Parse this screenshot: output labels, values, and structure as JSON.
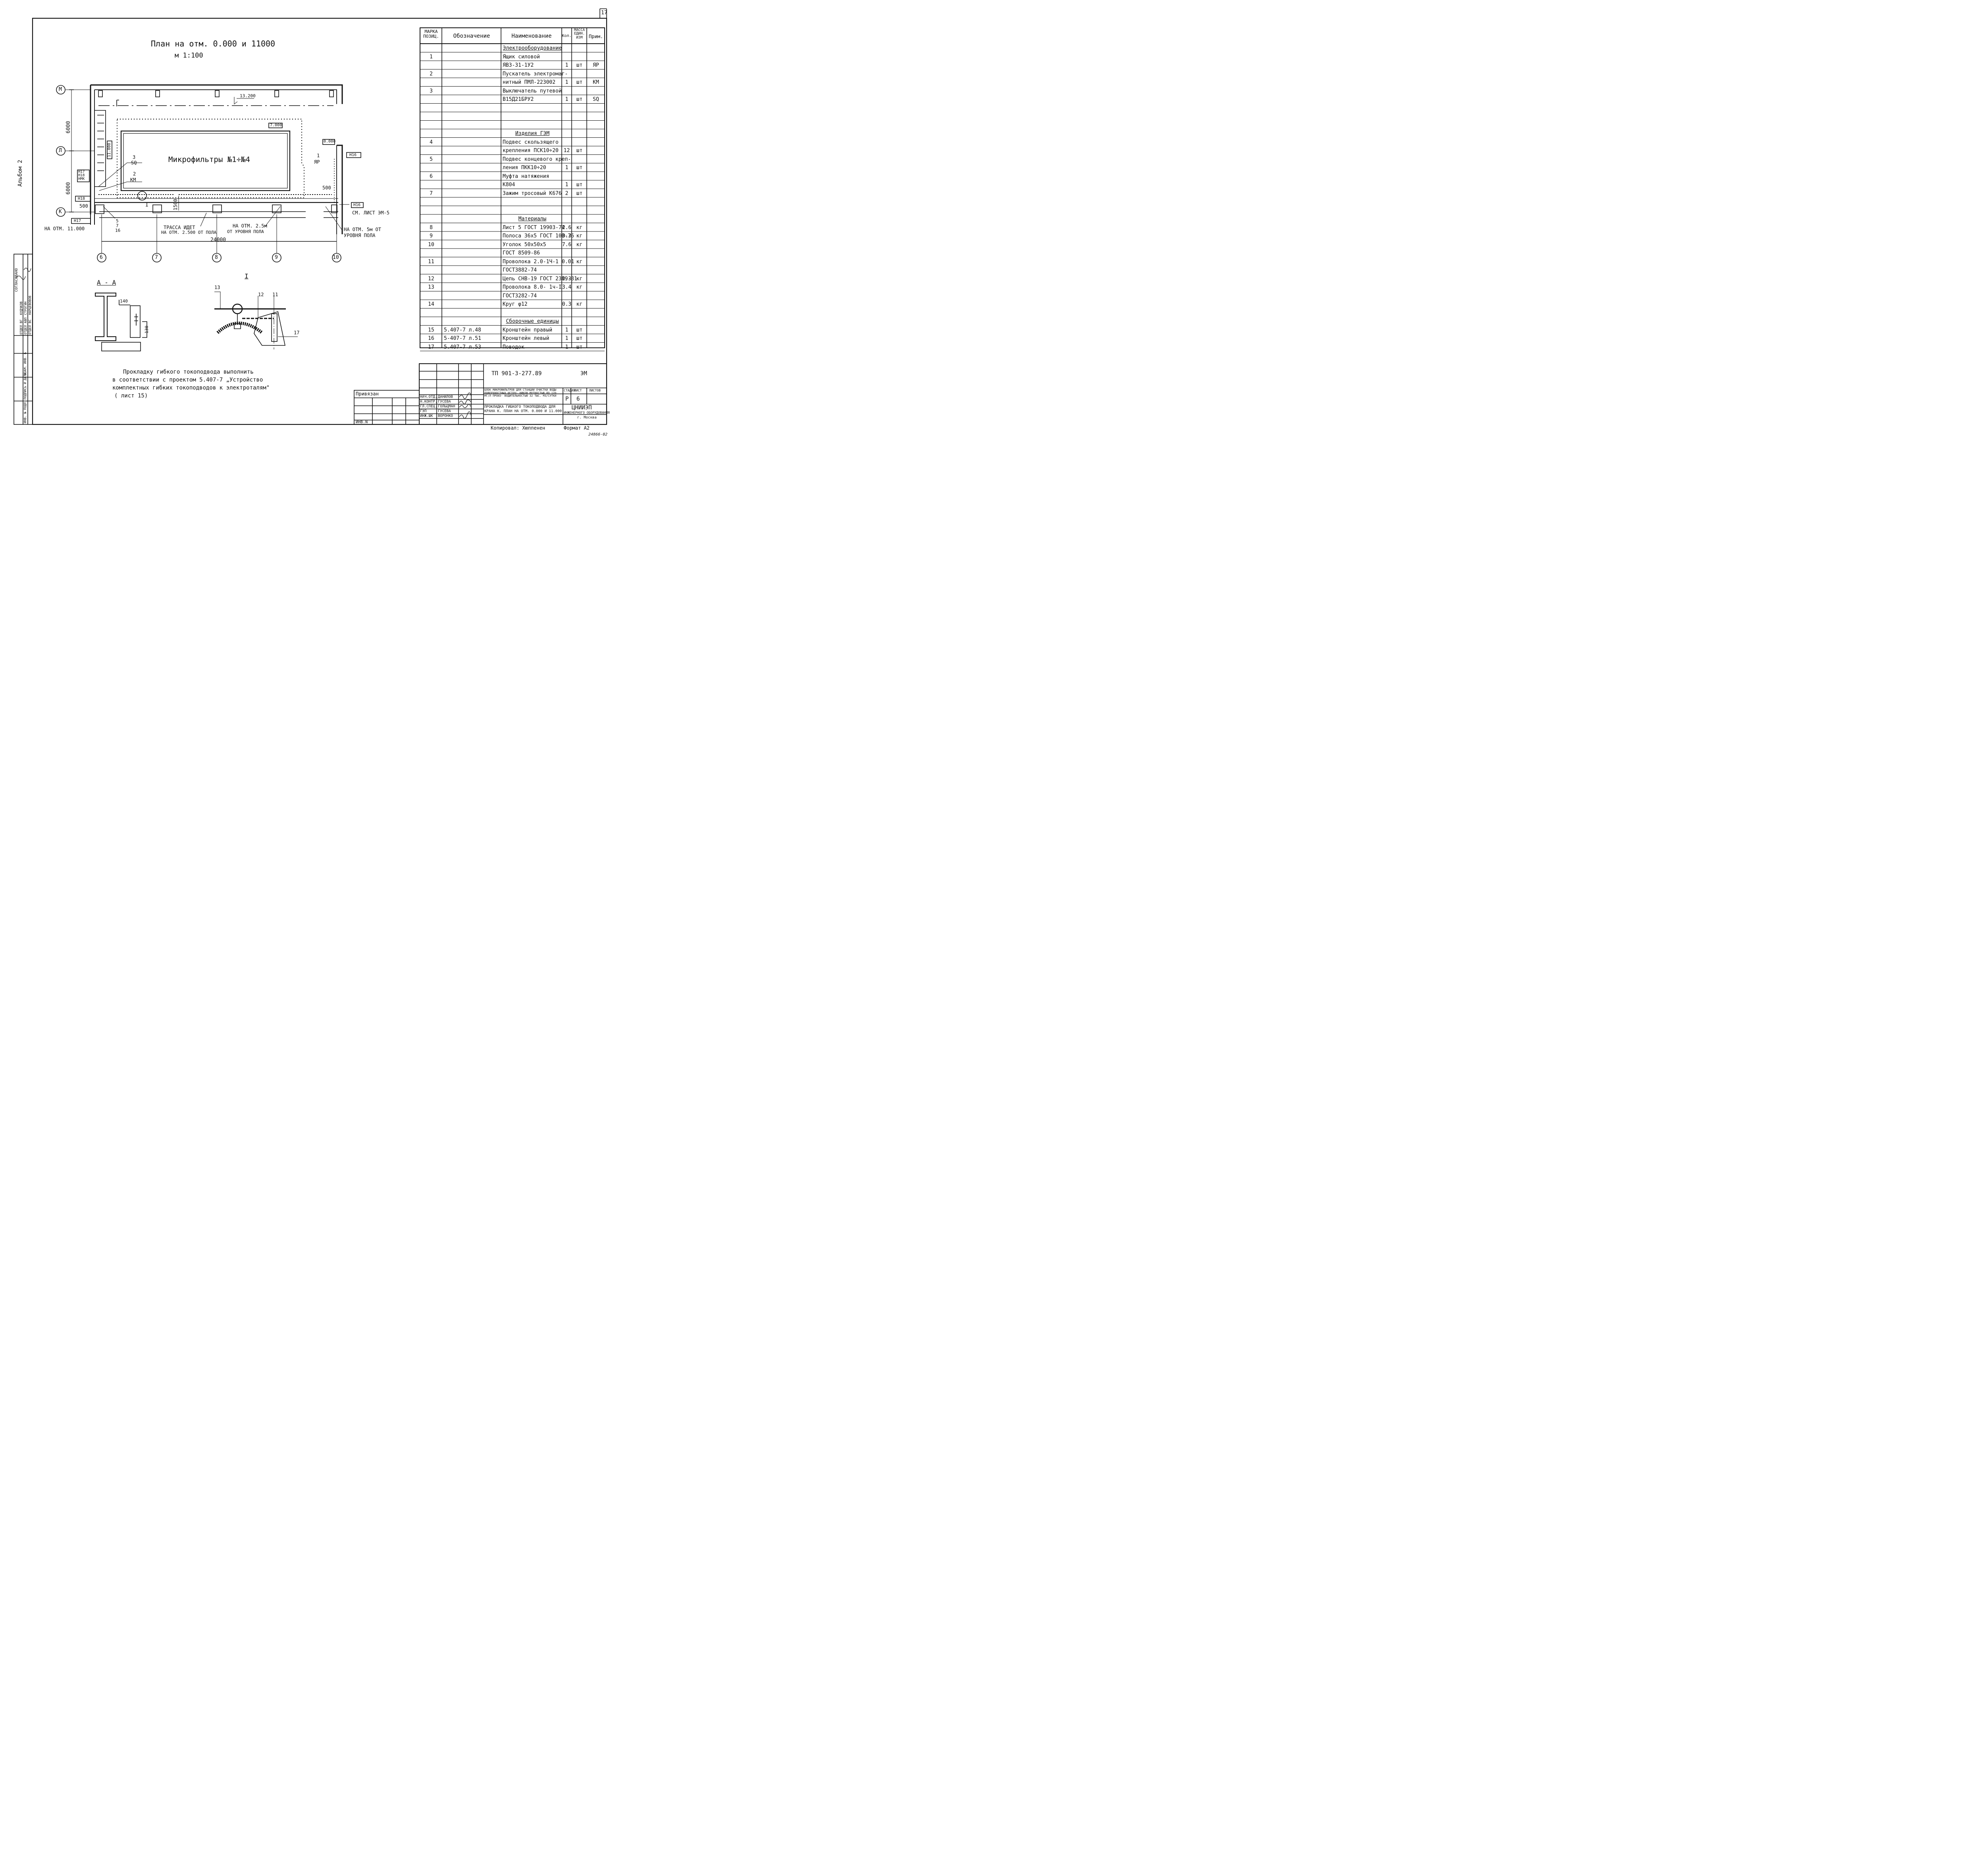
{
  "sheet_number": "17",
  "album_label": "Альбом 2",
  "plan": {
    "title": "План на отм. 0.000 и 11000",
    "scale": "м 1:100",
    "hall_label": "Микрофильтры №1÷№4",
    "marks": {
      "level_13200": "13.200",
      "level_7000": "7.000",
      "level_0000": "0.000",
      "level_11000_box": "11.000",
      "dim_6000_top": "6000",
      "dim_6000_bottom": "6000",
      "dim_500_left": "500",
      "dim_500_right": "500",
      "dim_1500": "1500",
      "dim_24000": "24000",
      "dim_140": "140",
      "dim_130": "130"
    },
    "axes_rows": [
      "М",
      "Л",
      "К"
    ],
    "axes_cols": [
      "6",
      "7",
      "8",
      "9",
      "10"
    ],
    "callouts": {
      "c3_num": "3",
      "c3_code": "SQ",
      "c2_num": "2",
      "c2_code": "КМ",
      "c1_num": "1",
      "c1_code": "ЯР",
      "h17": "Н17",
      "h18": "Н18",
      "hmk": "НМК",
      "h18b": "Н18",
      "h17b": "Н17",
      "h16a": "Н16",
      "h16b": "Н16",
      "c5": "5",
      "c7": "7",
      "c16": "16",
      "detail_ref": "I"
    },
    "notes": {
      "at_11000": "НА ОТМ. 11.000",
      "trassa_line1": "ТРАССА ИДЕТ",
      "trassa_line2": "НА ОТМ. 2.500 ОТ ПОЛА",
      "at_25_line1": "НА ОТМ. 2.5м",
      "at_25_line2": "ОТ УРОВНЯ ПОЛА",
      "at_5_line1": "НА ОТМ. 5м ОТ",
      "at_5_line2": "УРОВНЯ ПОЛА",
      "see_sheet": "СМ. ЛИСТ ЭМ-5"
    }
  },
  "section_aa": {
    "title": "А - А"
  },
  "detail_i": {
    "title": "I",
    "labels": [
      "13",
      "12",
      "11",
      "17"
    ]
  },
  "note_text": {
    "line1": "Прокладку гибкого токоподвода выполнить",
    "line2": "в соответствии с проектом 5.407-7 „Устройство",
    "line3": "комплектных гибких токоподводов к электроталям\"",
    "line4": "( лист 15)"
  },
  "spec_table": {
    "headers": {
      "pos": "МАРКА ПОЗИЦ.",
      "designation": "Обозначение",
      "name": "Наименование",
      "qty": "Кол.",
      "mass": "МАССА ЕДИН. ИЗМ",
      "note": "Прим."
    },
    "rows": [
      {
        "pos": "",
        "des": "",
        "name": "Электрооборудование",
        "qty": "",
        "unit": "",
        "note": "",
        "u": true
      },
      {
        "pos": "1",
        "des": "",
        "name": "Ящик силовой",
        "qty": "",
        "unit": "",
        "note": ""
      },
      {
        "pos": "",
        "des": "",
        "name": "ЯВЗ-31-1У2",
        "qty": "1",
        "unit": "шт",
        "note": "ЯР"
      },
      {
        "pos": "2",
        "des": "",
        "name": "Пускатель электромаг-",
        "qty": "",
        "unit": "",
        "note": ""
      },
      {
        "pos": "",
        "des": "",
        "name": "нитный ПМЛ-223002",
        "qty": "1",
        "unit": "шт",
        "note": "КМ"
      },
      {
        "pos": "3",
        "des": "",
        "name": "Выключатель путевой",
        "qty": "",
        "unit": "",
        "note": ""
      },
      {
        "pos": "",
        "des": "",
        "name": "В15Д21БРУ2",
        "qty": "1",
        "unit": "шт",
        "note": "SQ"
      },
      {
        "pos": "",
        "des": "",
        "name": "",
        "qty": "",
        "unit": "",
        "note": ""
      },
      {
        "pos": "",
        "des": "",
        "name": "",
        "qty": "",
        "unit": "",
        "note": ""
      },
      {
        "pos": "",
        "des": "",
        "name": "",
        "qty": "",
        "unit": "",
        "note": ""
      },
      {
        "pos": "",
        "des": "",
        "name": "Изделия ГЭМ",
        "qty": "",
        "unit": "",
        "note": "",
        "u": true
      },
      {
        "pos": "4",
        "des": "",
        "name": "Подвес скользящего",
        "qty": "",
        "unit": "",
        "note": ""
      },
      {
        "pos": "",
        "des": "",
        "name": "крепления ПСК10÷20",
        "qty": "12",
        "unit": "шт",
        "note": ""
      },
      {
        "pos": "5",
        "des": "",
        "name": "Подвес концевого креп-",
        "qty": "",
        "unit": "",
        "note": ""
      },
      {
        "pos": "",
        "des": "",
        "name": "ления ПКК10÷20",
        "qty": "1",
        "unit": "шт",
        "note": ""
      },
      {
        "pos": "6",
        "des": "",
        "name": "Муфта натяжения",
        "qty": "",
        "unit": "",
        "note": ""
      },
      {
        "pos": "",
        "des": "",
        "name": "К804",
        "qty": "1",
        "unit": "шт",
        "note": ""
      },
      {
        "pos": "7",
        "des": "",
        "name": "Зажим тросовый К676",
        "qty": "2",
        "unit": "шт",
        "note": ""
      },
      {
        "pos": "",
        "des": "",
        "name": "",
        "qty": "",
        "unit": "",
        "note": ""
      },
      {
        "pos": "",
        "des": "",
        "name": "",
        "qty": "",
        "unit": "",
        "note": ""
      },
      {
        "pos": "",
        "des": "",
        "name": "Материалы",
        "qty": "",
        "unit": "",
        "note": "",
        "u": true
      },
      {
        "pos": "8",
        "des": "",
        "name": "Лист 5 ГОСТ 19903-74",
        "qty": "2.6",
        "unit": "кг",
        "note": ""
      },
      {
        "pos": "9",
        "des": "",
        "name": "Полоса 36х5 ГОСТ 103-76",
        "qty": "0.3",
        "unit": "кг",
        "note": ""
      },
      {
        "pos": "10",
        "des": "",
        "name": "Уголок 50х50х5",
        "qty": "7.6",
        "unit": "кг",
        "note": ""
      },
      {
        "pos": "",
        "des": "",
        "name": "ГОСТ 8509-86",
        "qty": "",
        "unit": "",
        "note": ""
      },
      {
        "pos": "11",
        "des": "",
        "name": "Проволока 2.0-1Ч-1",
        "qty": "0.01",
        "unit": "кг",
        "note": ""
      },
      {
        "pos": "",
        "des": "",
        "name": "ГОСТ3882-74",
        "qty": "",
        "unit": "",
        "note": ""
      },
      {
        "pos": "12",
        "des": "",
        "name": "Цепь СНВ-19 ГОСТ 2319-81",
        "qty": "0.3",
        "unit": "кг",
        "note": ""
      },
      {
        "pos": "13",
        "des": "",
        "name": "Проволока 8.0- 1ч-I",
        "qty": "3.4",
        "unit": "кг",
        "note": ""
      },
      {
        "pos": "",
        "des": "",
        "name": "ГОСТ3282-74",
        "qty": "",
        "unit": "",
        "note": ""
      },
      {
        "pos": "14",
        "des": "",
        "name": "Круг φ12",
        "qty": "0.3",
        "unit": "кг",
        "note": ""
      },
      {
        "pos": "",
        "des": "",
        "name": "",
        "qty": "",
        "unit": "",
        "note": ""
      },
      {
        "pos": "",
        "des": "",
        "name": "Сборочные единицы",
        "qty": "",
        "unit": "",
        "note": "",
        "u": true
      },
      {
        "pos": "15",
        "des": "5.407-7  л.48",
        "name": "Кронштейн правый",
        "qty": "1",
        "unit": "шт",
        "note": ""
      },
      {
        "pos": "16",
        "des": "5-407-7  л.51",
        "name": "Кронштейн левый",
        "qty": "1",
        "unit": "шт",
        "note": ""
      },
      {
        "pos": "17",
        "des": "5.407-7  л.53",
        "name": "Поводок",
        "qty": "1",
        "unit": "шт",
        "note": ""
      }
    ]
  },
  "approvals": {
    "left1": "СОГЛАСОВАНО",
    "rows": [
      {
        "dept": "ОТДЕЛ ВГ",
        "name": "КУДЧКОВ"
      },
      {
        "dept": "ОТДЕЛ АВП",
        "name": "СТРОГИН"
      },
      {
        "dept": "ОТДЕЛ ВС",
        "name": "НАРЦЕВОВОВ"
      }
    ],
    "side_cols": [
      "ИНВ. № ПОДЛ.",
      "ПОДПИСЬ И ДАТА",
      "ВЗАМ. ИНВ. №"
    ]
  },
  "stamp": {
    "code": "ТП 901-3-277.89",
    "mark": "ЭМ",
    "privyazan": "Привязан",
    "inv": "ИНВ.N",
    "roles": [
      {
        "role": "НАЧ.ОТД.",
        "name": "ДАНИЛОВ"
      },
      {
        "role": "Н.КОНТР.",
        "name": "ГУСЕВА"
      },
      {
        "role": "ГЛ.СПЕЦ.",
        "name": "ГОЛЬЦМАН"
      },
      {
        "role": "ГЭП",
        "name": "ГУСЕВА"
      },
      {
        "role": "ИНЖ.ШК",
        "name": "ВОРОНКО"
      }
    ],
    "block_title": "БЛОК МИКРОФИЛЬТРОВ ДЛЯ СТАНЦИИ ОЧИСТКИ ВОДЫ ПОВЕРХНОСТНЫХ ИСТОЧ- НИКОВ МУТНОСТЬЮ ДО 120 МГ/Л ПРОИЗ- ВОДИТЕЛЬНОСТЬЮ 32 ТЫС. М3/СУТКИ",
    "sheet_title": "ПРОКЛАДКА ГИБКОГО ТОКОПОДВОДА ДЛЯ КРАНА К. ПЛАН НА ОТМ. 0.000 И 11.000",
    "stage_h": "СТАДИЯ",
    "list_h": "ЛИСТ",
    "lists_h": "ЛИСТОВ",
    "stage": "Р",
    "list": "6",
    "lists": "",
    "org1": "ЦНИИЭП",
    "org2": "ИНЖЕНЕРНОГО ОБОРУДОВАНИЯ",
    "org3": "г. Москва",
    "copied": "Копировал: Хюппенен",
    "format": "Формат А2",
    "archive": "24866-02"
  }
}
